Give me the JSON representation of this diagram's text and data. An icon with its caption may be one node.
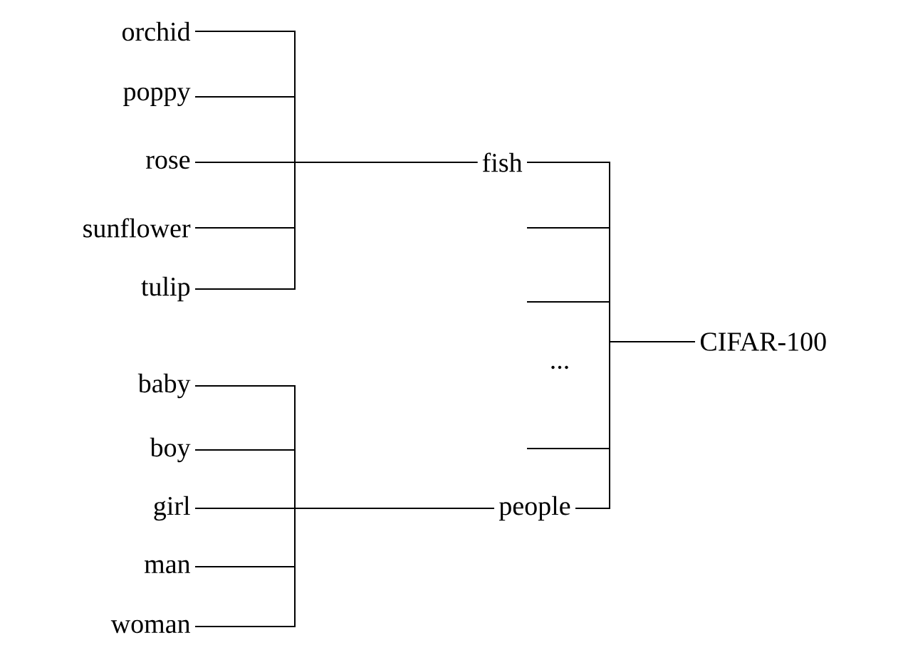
{
  "diagram": {
    "nodes": [
      {
        "text": [
          "orchid"
        ]
      },
      {
        "text": [
          "poppy"
        ]
      },
      {
        "text": [
          "rose"
        ]
      },
      {
        "text": [
          "sunflower"
        ]
      },
      {
        "text": [
          "tulip"
        ]
      },
      {
        "text": [
          "baby"
        ]
      },
      {
        "text": [
          "boy"
        ]
      },
      {
        "text": [
          "girl"
        ]
      },
      {
        "text": [
          "man"
        ]
      },
      {
        "text": [
          "woman"
        ]
      },
      {
        "text": [
          "fish"
        ]
      },
      {
        "text": [
          "people"
        ]
      },
      {
        "text": [
          "CIFAR-100"
        ]
      }
    ],
    "edges": [
      {
        "from": 0,
        "to": 10,
        "arrow": "none"
      },
      {
        "from": 1,
        "to": 10,
        "arrow": "none"
      },
      {
        "from": 2,
        "to": 10,
        "arrow": "none"
      },
      {
        "from": 3,
        "to": 10,
        "arrow": "none"
      },
      {
        "from": 4,
        "to": 10,
        "arrow": "none"
      },
      {
        "from": 5,
        "to": 11,
        "arrow": "none"
      },
      {
        "from": 6,
        "to": 11,
        "arrow": "none"
      },
      {
        "from": 7,
        "to": 11,
        "arrow": "none"
      },
      {
        "from": 8,
        "to": 11,
        "arrow": "none"
      },
      {
        "from": 9,
        "to": 11,
        "arrow": "none"
      },
      {
        "from": 10,
        "to": 12,
        "arrow": "none"
      },
      {
        "from": null,
        "to": 12,
        "arrow": "none"
      },
      {
        "from": null,
        "to": 12,
        "arrow": "none"
      },
      {
        "from": null,
        "to": 12,
        "arrow": "none"
      },
      {
        "from": 11,
        "to": 12,
        "arrow": "none"
      }
    ],
    "labels": [
      "..."
    ]
  }
}
